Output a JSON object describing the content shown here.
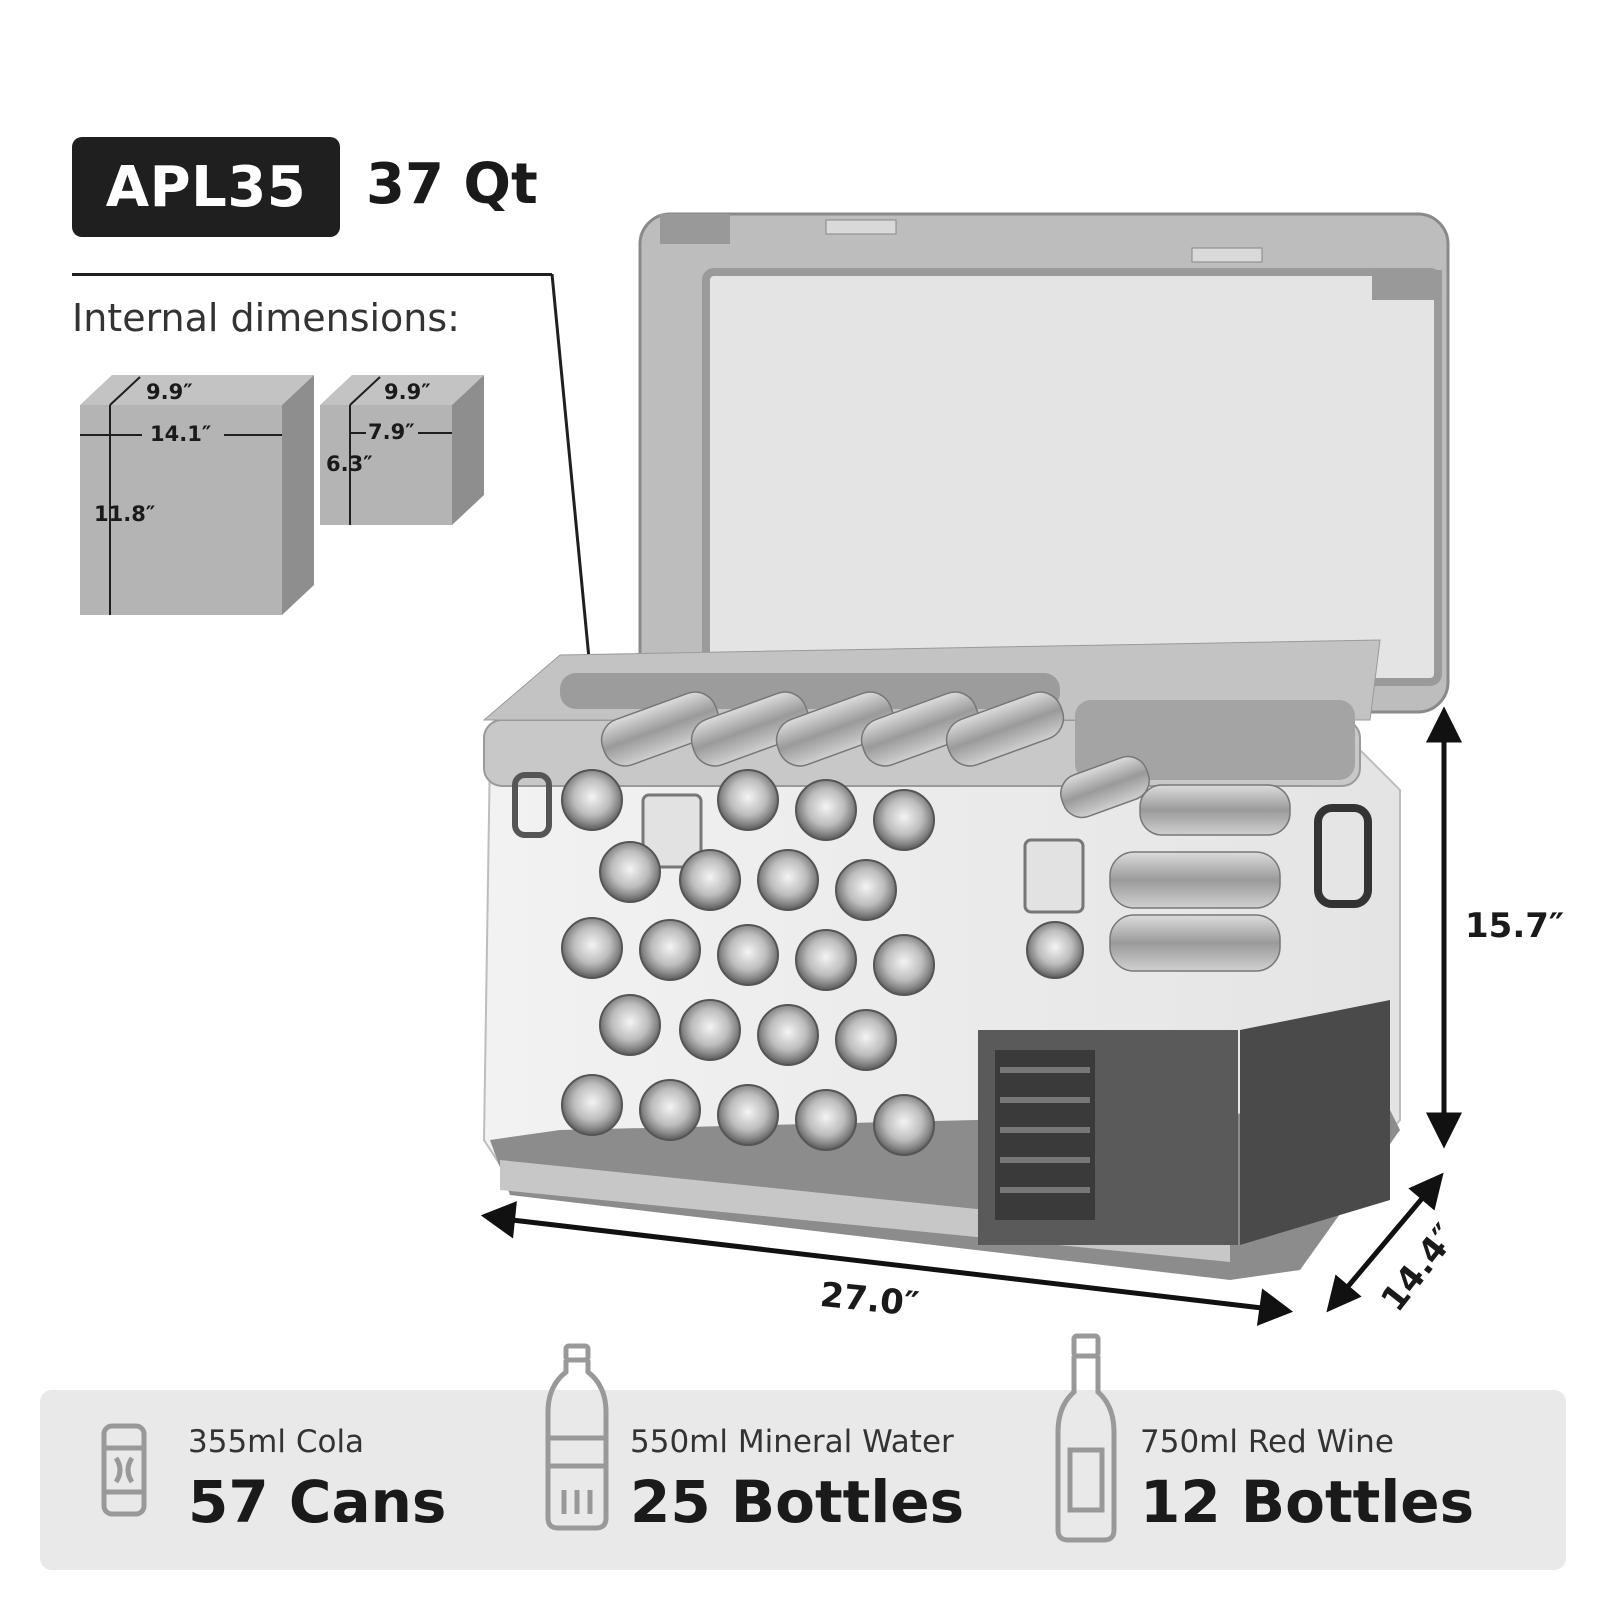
{
  "header": {
    "model": "APL35",
    "capacity": "37 Qt",
    "internal_dimensions_label": "Internal dimensions:"
  },
  "internal_dimensions": {
    "large_compartment": {
      "depth": "9.9″",
      "width": "14.1″",
      "height": "11.8″"
    },
    "small_compartment": {
      "depth": "9.9″",
      "width": "7.9″",
      "height": "6.3″"
    }
  },
  "external_dimensions": {
    "height": "15.7″",
    "length": "27.0″",
    "depth": "14.4″"
  },
  "capacities": [
    {
      "icon": "can-icon",
      "name": "355ml Cola",
      "count": "57 Cans"
    },
    {
      "icon": "water-bottle-icon",
      "name": "550ml Mineral Water",
      "count": "25 Bottles"
    },
    {
      "icon": "wine-bottle-icon",
      "name": "750ml Red Wine",
      "count": "12 Bottles"
    }
  ]
}
